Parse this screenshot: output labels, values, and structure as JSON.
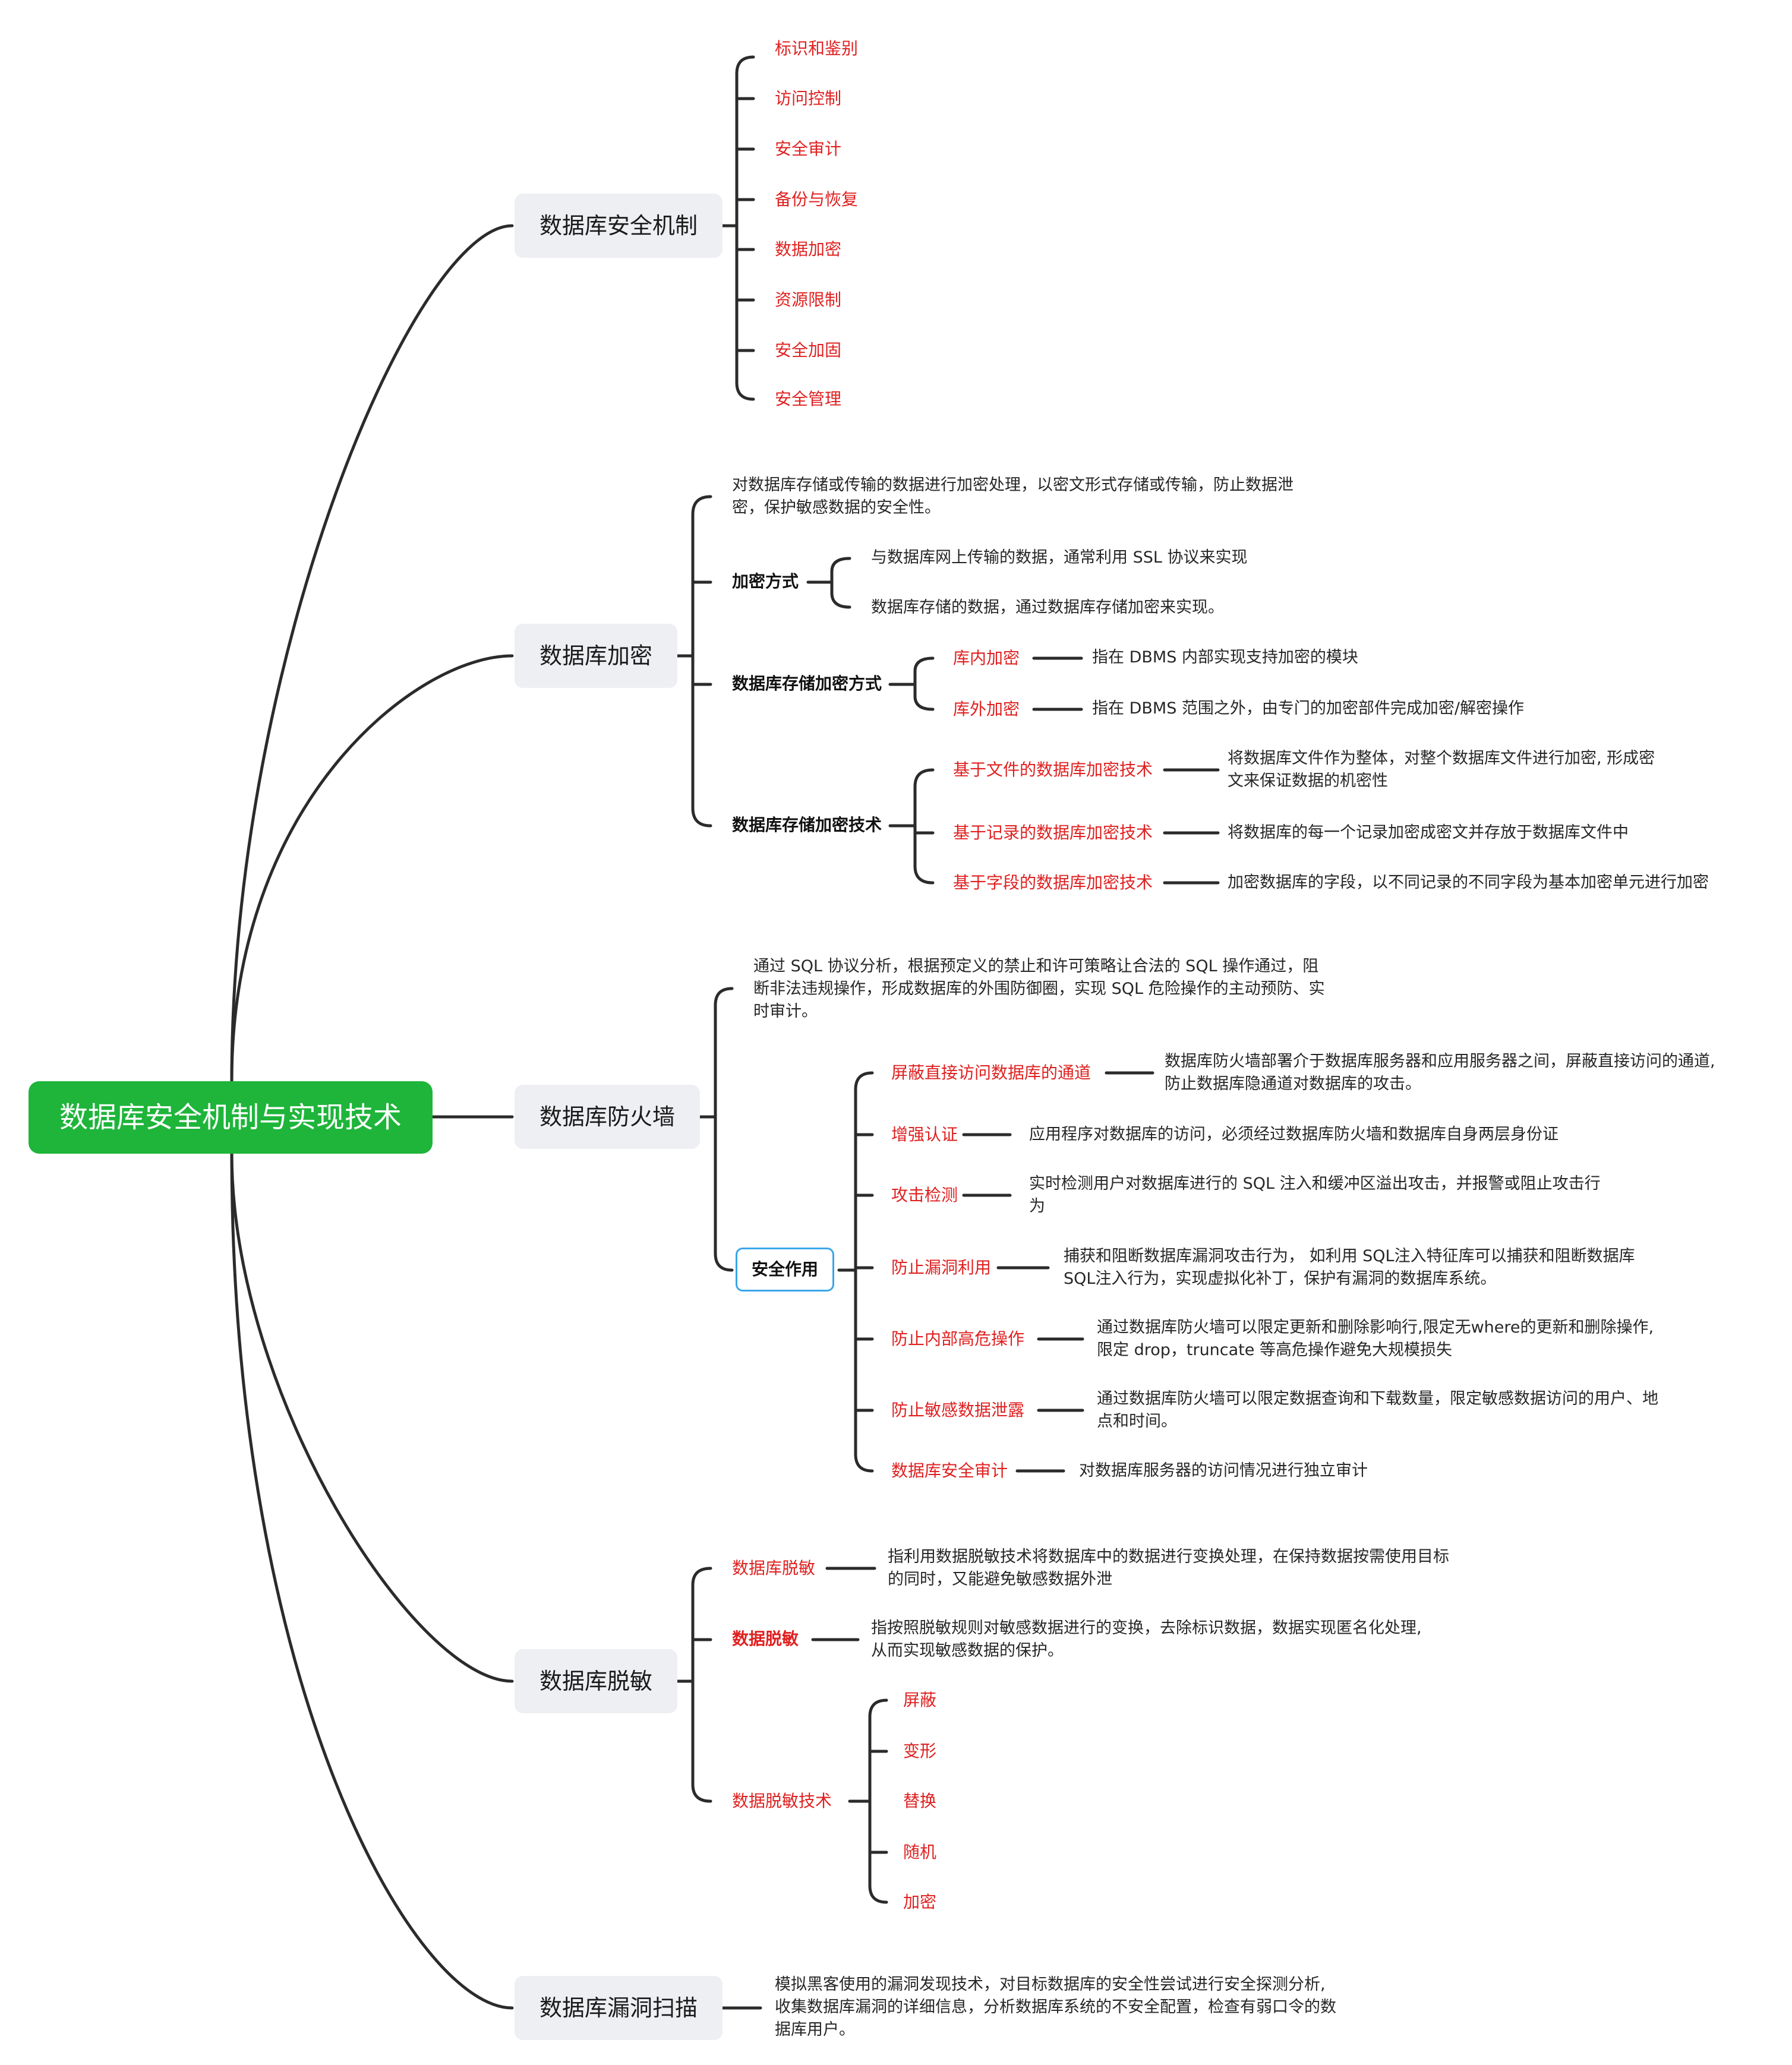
{
  "root": "数据库安全机制与实现技术",
  "mechanism": {
    "title": "数据库安全机制",
    "items": [
      "标识和鉴别",
      "访问控制",
      "安全审计",
      "备份与恢复",
      "数据加密",
      "资源限制",
      "安全加固",
      "安全管理"
    ]
  },
  "encryption": {
    "title": "数据库加密",
    "desc": [
      "对数据库存储或传输的数据进行加密处理，以密文形式存储或传输，防止数据泄",
      "密，保护敏感数据的安全性。"
    ],
    "methods": {
      "label": "加密方式",
      "items": [
        "与数据库网上传输的数据，通常利用 SSL 协议来实现",
        "数据库存储的数据，通过数据库存储加密来实现。"
      ]
    },
    "storage_methods": {
      "label": "数据库存储加密方式",
      "items": [
        {
          "name": "库内加密",
          "desc": "指在 DBMS 内部实现支持加密的模块"
        },
        {
          "name": "库外加密",
          "desc": "指在 DBMS 范围之外，由专门的加密部件完成加密/解密操作"
        }
      ]
    },
    "storage_tech": {
      "label": "数据库存储加密技术",
      "items": [
        {
          "name": "基于文件的数据库加密技术",
          "desc": [
            "将数据库文件作为整体，对整个数据库文件进行加密, 形成密",
            "文来保证数据的机密性"
          ]
        },
        {
          "name": "基于记录的数据库加密技术",
          "desc": [
            "将数据库的每一个记录加密成密文并存放于数据库文件中"
          ]
        },
        {
          "name": "基于字段的数据库加密技术",
          "desc": [
            "加密数据库的字段，以不同记录的不同字段为基本加密单元进行加密"
          ]
        }
      ]
    }
  },
  "firewall": {
    "title": "数据库防火墙",
    "desc": [
      "通过 SQL 协议分析，根据预定义的禁止和许可策略让合法的 SQL 操作通过，阻",
      "断非法违规操作，形成数据库的外围防御圈，实现 SQL 危险操作的主动预防、实",
      "时审计。"
    ],
    "role": {
      "label": "安全作用",
      "items": [
        {
          "name": "屏蔽直接访问数据库的通道",
          "desc": [
            "数据库防火墙部署介于数据库服务器和应用服务器之间，屏蔽直接访问的通道,",
            "防止数据库隐通道对数据库的攻击。"
          ]
        },
        {
          "name": "增强认证",
          "desc": [
            "应用程序对数据库的访问，必须经过数据库防火墙和数据库自身两层身份证"
          ]
        },
        {
          "name": "攻击检测",
          "desc": [
            "实时检测用户对数据库进行的 SQL 注入和缓冲区溢出攻击，并报警或阻止攻击行",
            "为"
          ]
        },
        {
          "name": "防止漏洞利用",
          "desc": [
            "捕获和阻断数据库漏洞攻击行为， 如利用 SQL注入特征库可以捕获和阻断数据库",
            "SQL注入行为，实现虚拟化补丁，保护有漏洞的数据库系统。"
          ]
        },
        {
          "name": "防止内部高危操作",
          "desc": [
            "通过数据库防火墙可以限定更新和删除影响行,限定无where的更新和删除操作,",
            "限定 drop，truncate 等高危操作避免大规模损失"
          ]
        },
        {
          "name": "防止敏感数据泄露",
          "desc": [
            "通过数据库防火墙可以限定数据查询和下载数量，限定敏感数据访问的用户、地",
            "点和时间。"
          ]
        },
        {
          "name": "数据库安全审计",
          "desc": [
            "对数据库服务器的访问情况进行独立审计"
          ]
        }
      ]
    }
  },
  "desensitize": {
    "title": "数据库脱敏",
    "db_mask": {
      "label": "数据库脱敏",
      "desc": [
        "指利用数据脱敏技术将数据库中的数据进行变换处理，在保持数据按需使用目标",
        "的同时，又能避免敏感数据外泄"
      ]
    },
    "data_mask": {
      "label": "数据脱敏",
      "desc": [
        "指按照脱敏规则对敏感数据进行的变换，去除标识数据，数据实现匿名化处理,",
        "从而实现敏感数据的保护。"
      ]
    },
    "tech": {
      "label": "数据脱敏技术",
      "items": [
        "屏蔽",
        "变形",
        "替换",
        "随机",
        "加密"
      ]
    }
  },
  "scan": {
    "title": "数据库漏洞扫描",
    "desc": [
      "模拟黑客使用的漏洞发现技术，对目标数据库的安全性尝试进行安全探测分析,",
      "收集数据库漏洞的详细信息，分析数据库系统的不安全配置，检查有弱口令的数",
      "据库用户。"
    ]
  }
}
